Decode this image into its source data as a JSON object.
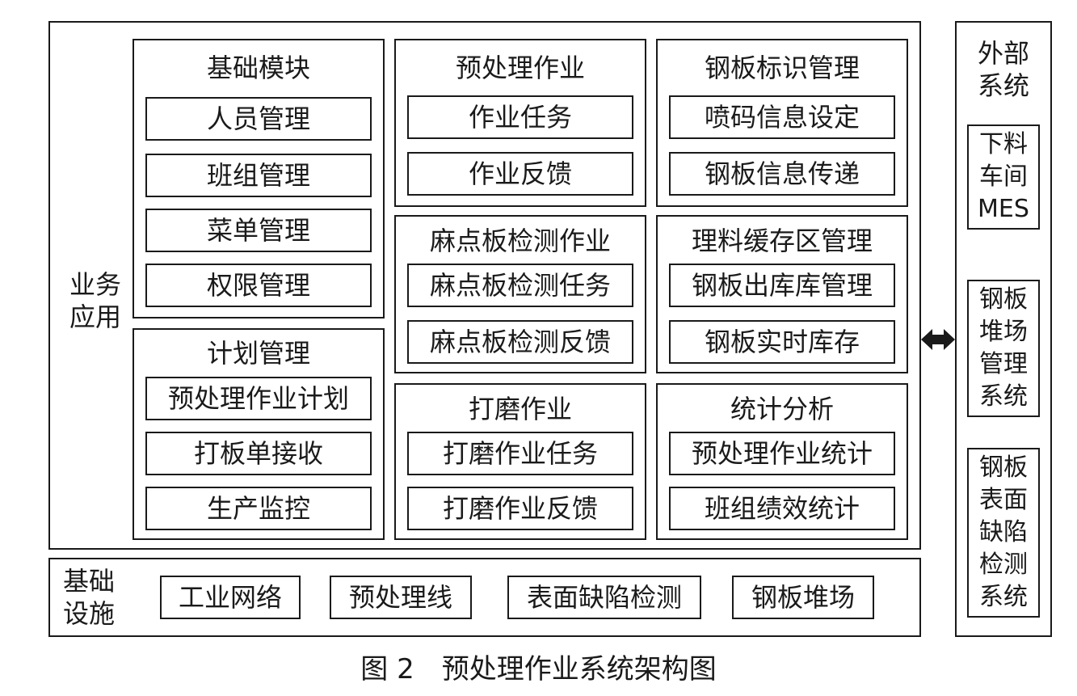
{
  "business": {
    "label": "业务\n应用",
    "basic_module": {
      "title": "基础模块",
      "items": [
        "人员管理",
        "班组管理",
        "菜单管理",
        "权限管理"
      ]
    },
    "plan_management": {
      "title": "计划管理",
      "items": [
        "预处理作业计划",
        "打板单接收",
        "生产监控"
      ]
    },
    "preprocess_work": {
      "title": "预处理作业",
      "items": [
        "作业任务",
        "作业反馈"
      ]
    },
    "steel_marking": {
      "title": "钢板标识管理",
      "items": [
        "喷码信息设定",
        "钢板信息传递"
      ]
    },
    "pit_inspection": {
      "title": "麻点板检测作业",
      "items": [
        "麻点板检测任务",
        "麻点板检测反馈"
      ]
    },
    "buffer_management": {
      "title": "理料缓存区管理",
      "items": [
        "钢板出库库管理",
        "钢板实时库存"
      ]
    },
    "grinding": {
      "title": "打磨作业",
      "items": [
        "打磨作业任务",
        "打磨作业反馈"
      ]
    },
    "statistics": {
      "title": "统计分析",
      "items": [
        "预处理作业统计",
        "班组绩效统计"
      ]
    }
  },
  "infrastructure": {
    "label": "基础\n设施",
    "items": [
      "工业网络",
      "预处理线",
      "表面缺陷检测",
      "钢板堆场"
    ]
  },
  "external": {
    "label": "外部\n系统",
    "items": [
      "下料\n车间\nMES",
      "钢板\n堆场\n管理\n系统",
      "钢板\n表面\n缺陷\n检测\n系统"
    ]
  },
  "caption": "图 2　预处理作业系统架构图",
  "colors": {
    "line": "#1a1a1a",
    "background": "#ffffff"
  },
  "icons": {
    "connector": "double-arrow-icon"
  }
}
